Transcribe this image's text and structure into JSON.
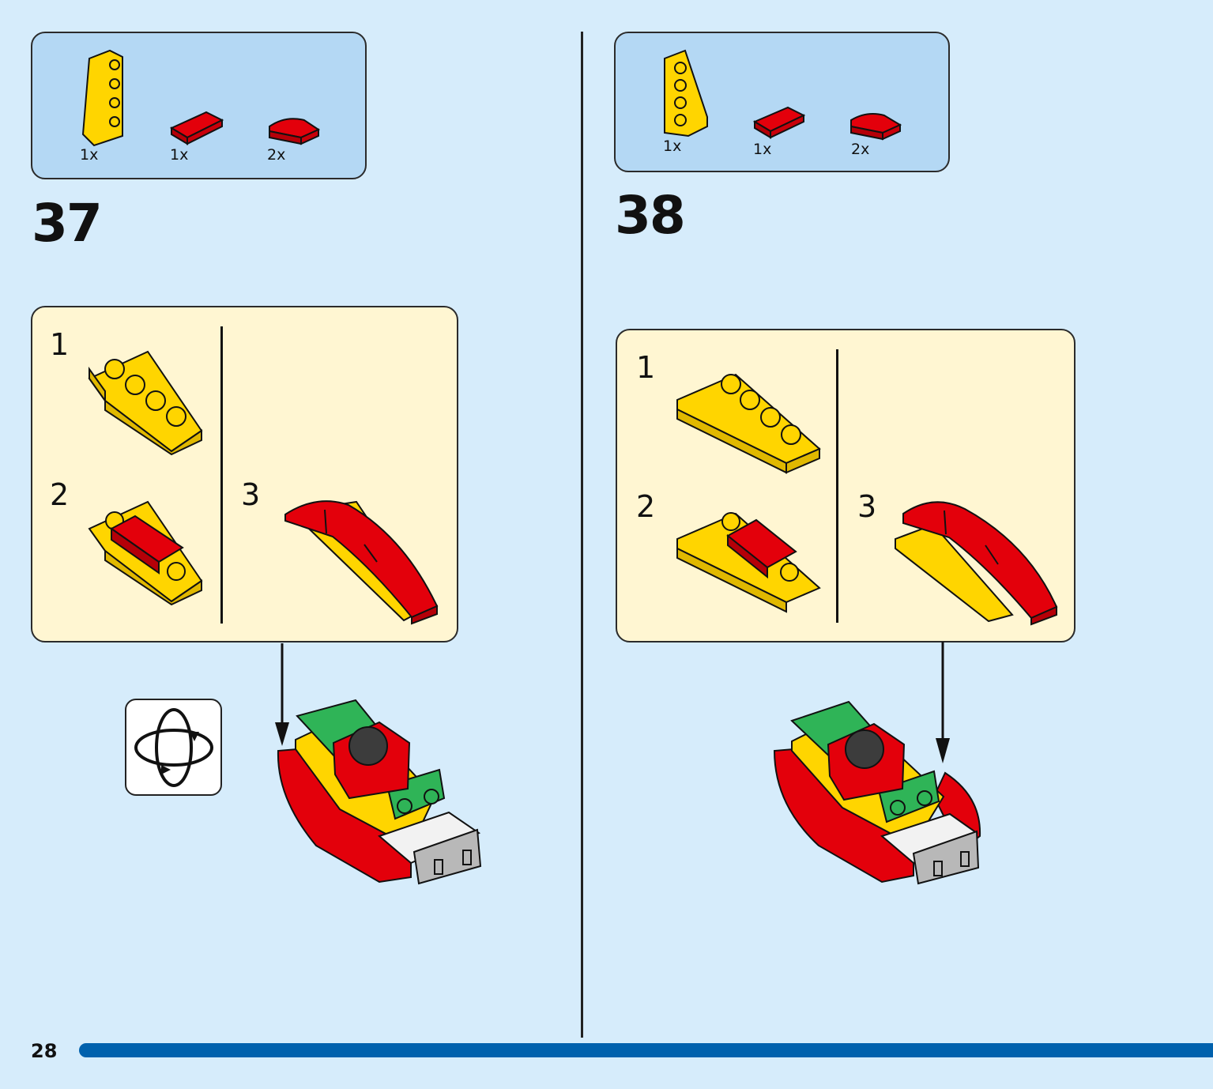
{
  "page": {
    "number": "28"
  },
  "steps": [
    {
      "number": "37",
      "parts": [
        {
          "qty": "1x",
          "part": "yellow wedge plate"
        },
        {
          "qty": "1x",
          "part": "red tile"
        },
        {
          "qty": "2x",
          "part": "red curved slope"
        }
      ],
      "substeps": [
        "1",
        "2",
        "3"
      ],
      "rotate_icon": "rotate-model-icon"
    },
    {
      "number": "38",
      "parts": [
        {
          "qty": "1x",
          "part": "yellow wedge plate"
        },
        {
          "qty": "1x",
          "part": "red tile"
        },
        {
          "qty": "2x",
          "part": "red curved slope"
        }
      ],
      "substeps": [
        "1",
        "2",
        "3"
      ]
    }
  ],
  "colors": {
    "background": "#d6ecfb",
    "parts_panel": "#b4d8f4",
    "substep_panel": "#fff6d2",
    "bar": "#0061ad",
    "red": "#e3000b",
    "yellow": "#ffd500",
    "green": "#2fb457",
    "grey": "#b8b8b8"
  }
}
